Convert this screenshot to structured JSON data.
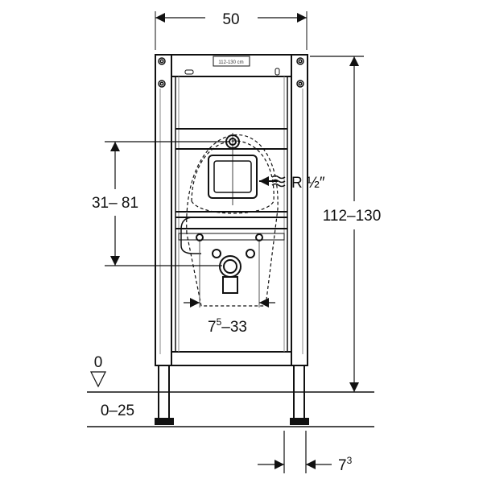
{
  "dimensions": {
    "width": "50",
    "height_range": "112–130",
    "connection_height": "31– 81",
    "fixing_spacing_base": "7",
    "fixing_spacing_sup": "5",
    "fixing_spacing_rest": "–33",
    "water_connection": "R ½″",
    "floor_zero": "0",
    "floor_range": "0–25",
    "foot_depth_base": "7",
    "foot_depth_sup": "3"
  },
  "frame_label": "112-130 cm",
  "colors": {
    "line": "#111111",
    "background": "#ffffff"
  }
}
